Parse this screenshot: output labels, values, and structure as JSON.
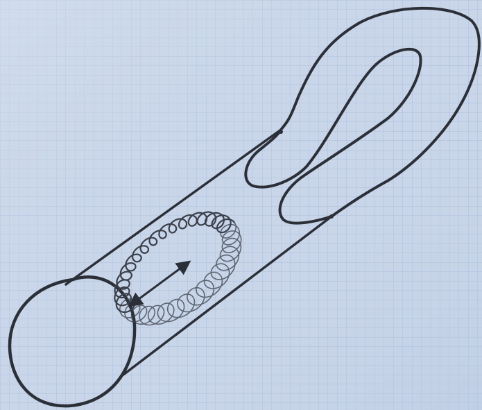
{
  "diagram": {
    "background": "#c9d6e9",
    "grid_color": "#8ea6cc",
    "ink_color": "#2b2f38",
    "elements": [
      "graph-paper-grid",
      "cylinder-tube",
      "end-circle",
      "closed-loop",
      "helical-coil-ring",
      "double-arrow"
    ]
  }
}
